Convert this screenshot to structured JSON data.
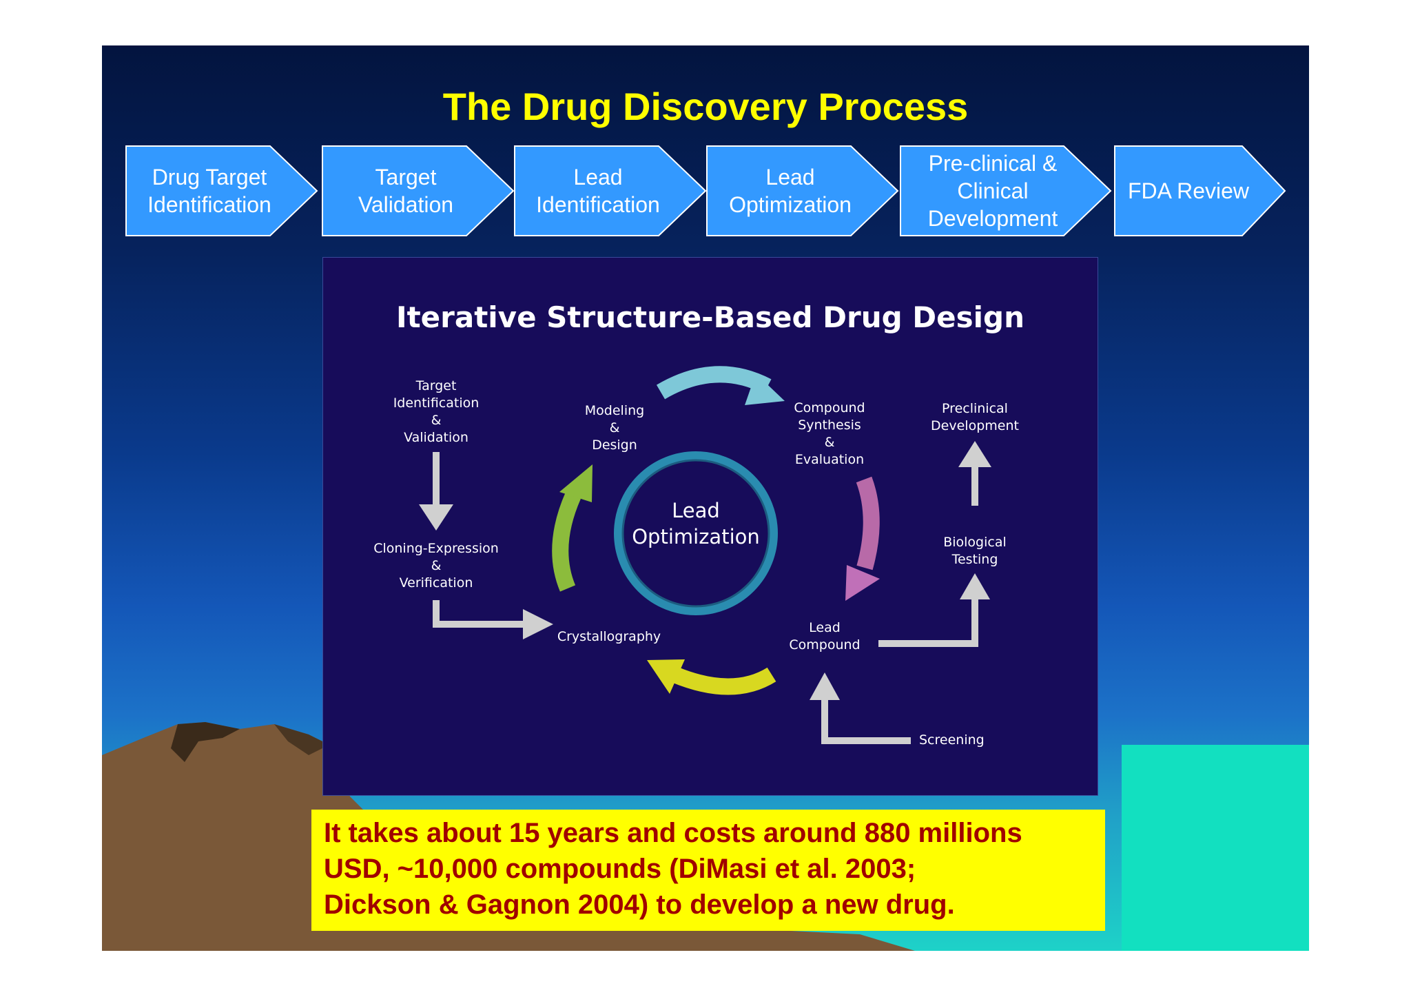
{
  "slide": {
    "title": "The Drug Discovery Process",
    "colors": {
      "title": "#ffff00",
      "chevron_fill": "#3399ff",
      "note_bg": "#ffff00",
      "note_text": "#a00000"
    }
  },
  "pipeline": [
    {
      "lines": [
        "Drug Target",
        "Identification"
      ]
    },
    {
      "lines": [
        "Target",
        "Validation"
      ]
    },
    {
      "lines": [
        "Lead",
        "Identification"
      ]
    },
    {
      "lines": [
        "Lead",
        "Optimization"
      ]
    },
    {
      "lines": [
        "Pre-clinical &",
        "Clinical",
        "Development"
      ]
    },
    {
      "lines": [
        "FDA Review"
      ]
    }
  ],
  "cycle": {
    "title": "Iterative Structure-Based Drug Design",
    "center": [
      "Lead",
      "Optimization"
    ],
    "nodes": {
      "target_id": [
        "Target",
        "Identification",
        "&",
        "Validation"
      ],
      "cloning": [
        "Cloning-Expression",
        "&",
        "Verification"
      ],
      "crystallography": [
        "Crystallography"
      ],
      "modeling": [
        "Modeling",
        "&",
        "Design"
      ],
      "compound": [
        "Compound",
        "Synthesis",
        "&",
        "Evaluation"
      ],
      "lead_compound": [
        "Lead",
        "Compound"
      ],
      "screening": [
        "Screening"
      ],
      "preclinical": [
        "Preclinical",
        "Development"
      ],
      "biological": [
        "Biological",
        "Testing"
      ]
    },
    "arrow_colors": {
      "top": "#7ec8d8",
      "right": "#c070b8",
      "bottom": "#d8d820",
      "left": "#8cbc3c",
      "gray": "#d0d0d0",
      "ring": "#2a8cb0"
    }
  },
  "note": {
    "lines": [
      "It takes about 15 years and costs around 880 millions",
      "USD, ~10,000 compounds (DiMasi et al. 2003;",
      "Dickson & Gagnon 2004) to develop a new drug."
    ]
  }
}
